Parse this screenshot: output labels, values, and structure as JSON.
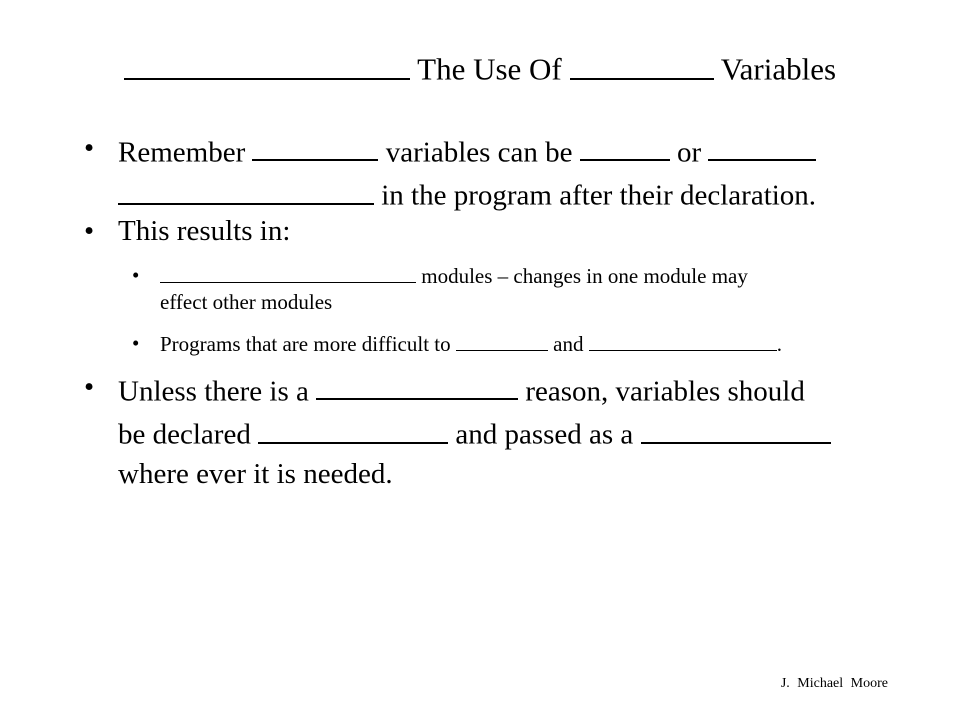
{
  "slide": {
    "title_part1": "The Use Of",
    "title_part2": "Variables",
    "bullets": [
      {
        "l1_a": "Remember",
        "l1_b": "variables can be",
        "l1_c": "or",
        "l2_a": "in the program after their declaration."
      },
      {
        "text": "This results in:"
      },
      {
        "l1_a": "modules – changes in one module may",
        "l2_a": "effect other modules"
      },
      {
        "a": "Programs that are more difficult to",
        "b": "and",
        "c": "."
      },
      {
        "l1_a": "Unless there is a",
        "l1_b": "reason, variables should",
        "l2_a": "be declared",
        "l2_b": "and passed as a",
        "l3_a": "where ever it is needed."
      }
    ],
    "author": "J. Michael Moore"
  }
}
